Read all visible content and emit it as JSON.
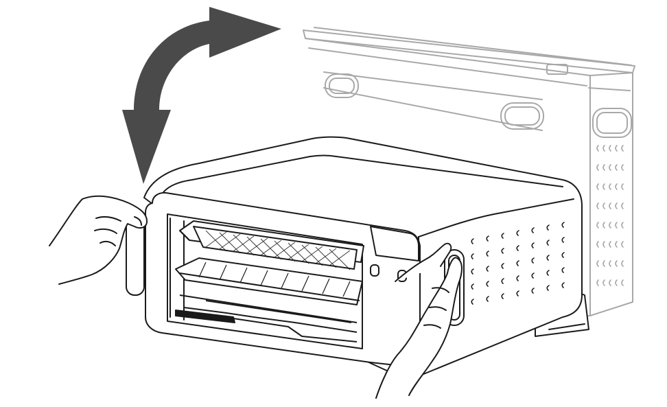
{
  "figure": {
    "background": "#ffffff",
    "colors": {
      "outline": "#1a1a1a",
      "ghost_outline": "#a8a8a8",
      "arrow": "#4a4a4a",
      "fill": "#ffffff"
    },
    "parts": {
      "arrow": "curved-double-arrow-icon",
      "ghost_oven": "upright-oven-outline",
      "oven": "flipped-down-oven",
      "left_hand": "left-hand",
      "right_hand": "right-hand",
      "racks": [
        "air-fry-basket",
        "sheet-pan",
        "crumb-tray"
      ]
    }
  }
}
